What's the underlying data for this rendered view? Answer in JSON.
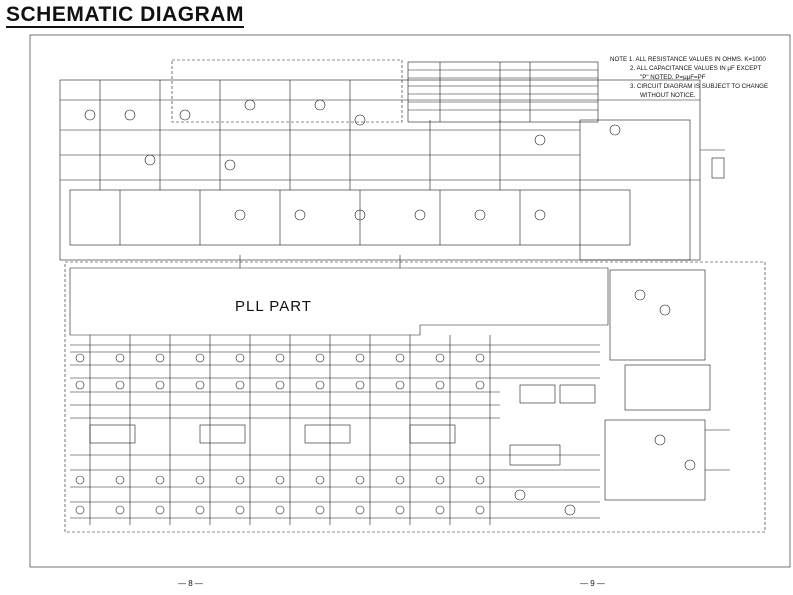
{
  "header": {
    "title": "SCHEMATIC DIAGRAM"
  },
  "notes": [
    "NOTE 1. ALL RESISTANCE VALUES IN OHMS. K=1000",
    "2. ALL CAPACITANCE VALUES IN μF EXCEPT",
    "\"P\" NOTED. P=μμF=PF",
    "3. CIRCUIT DIAGRAM IS SUBJECT TO CHANGE",
    "WITHOUT NOTICE."
  ],
  "blocks": {
    "pll_label": "PLL PART"
  },
  "footer": {
    "page_left": "— 8 —",
    "page_right": "— 9 —"
  },
  "colors": {
    "ink": "#1a1a1a",
    "paper": "#ffffff"
  }
}
